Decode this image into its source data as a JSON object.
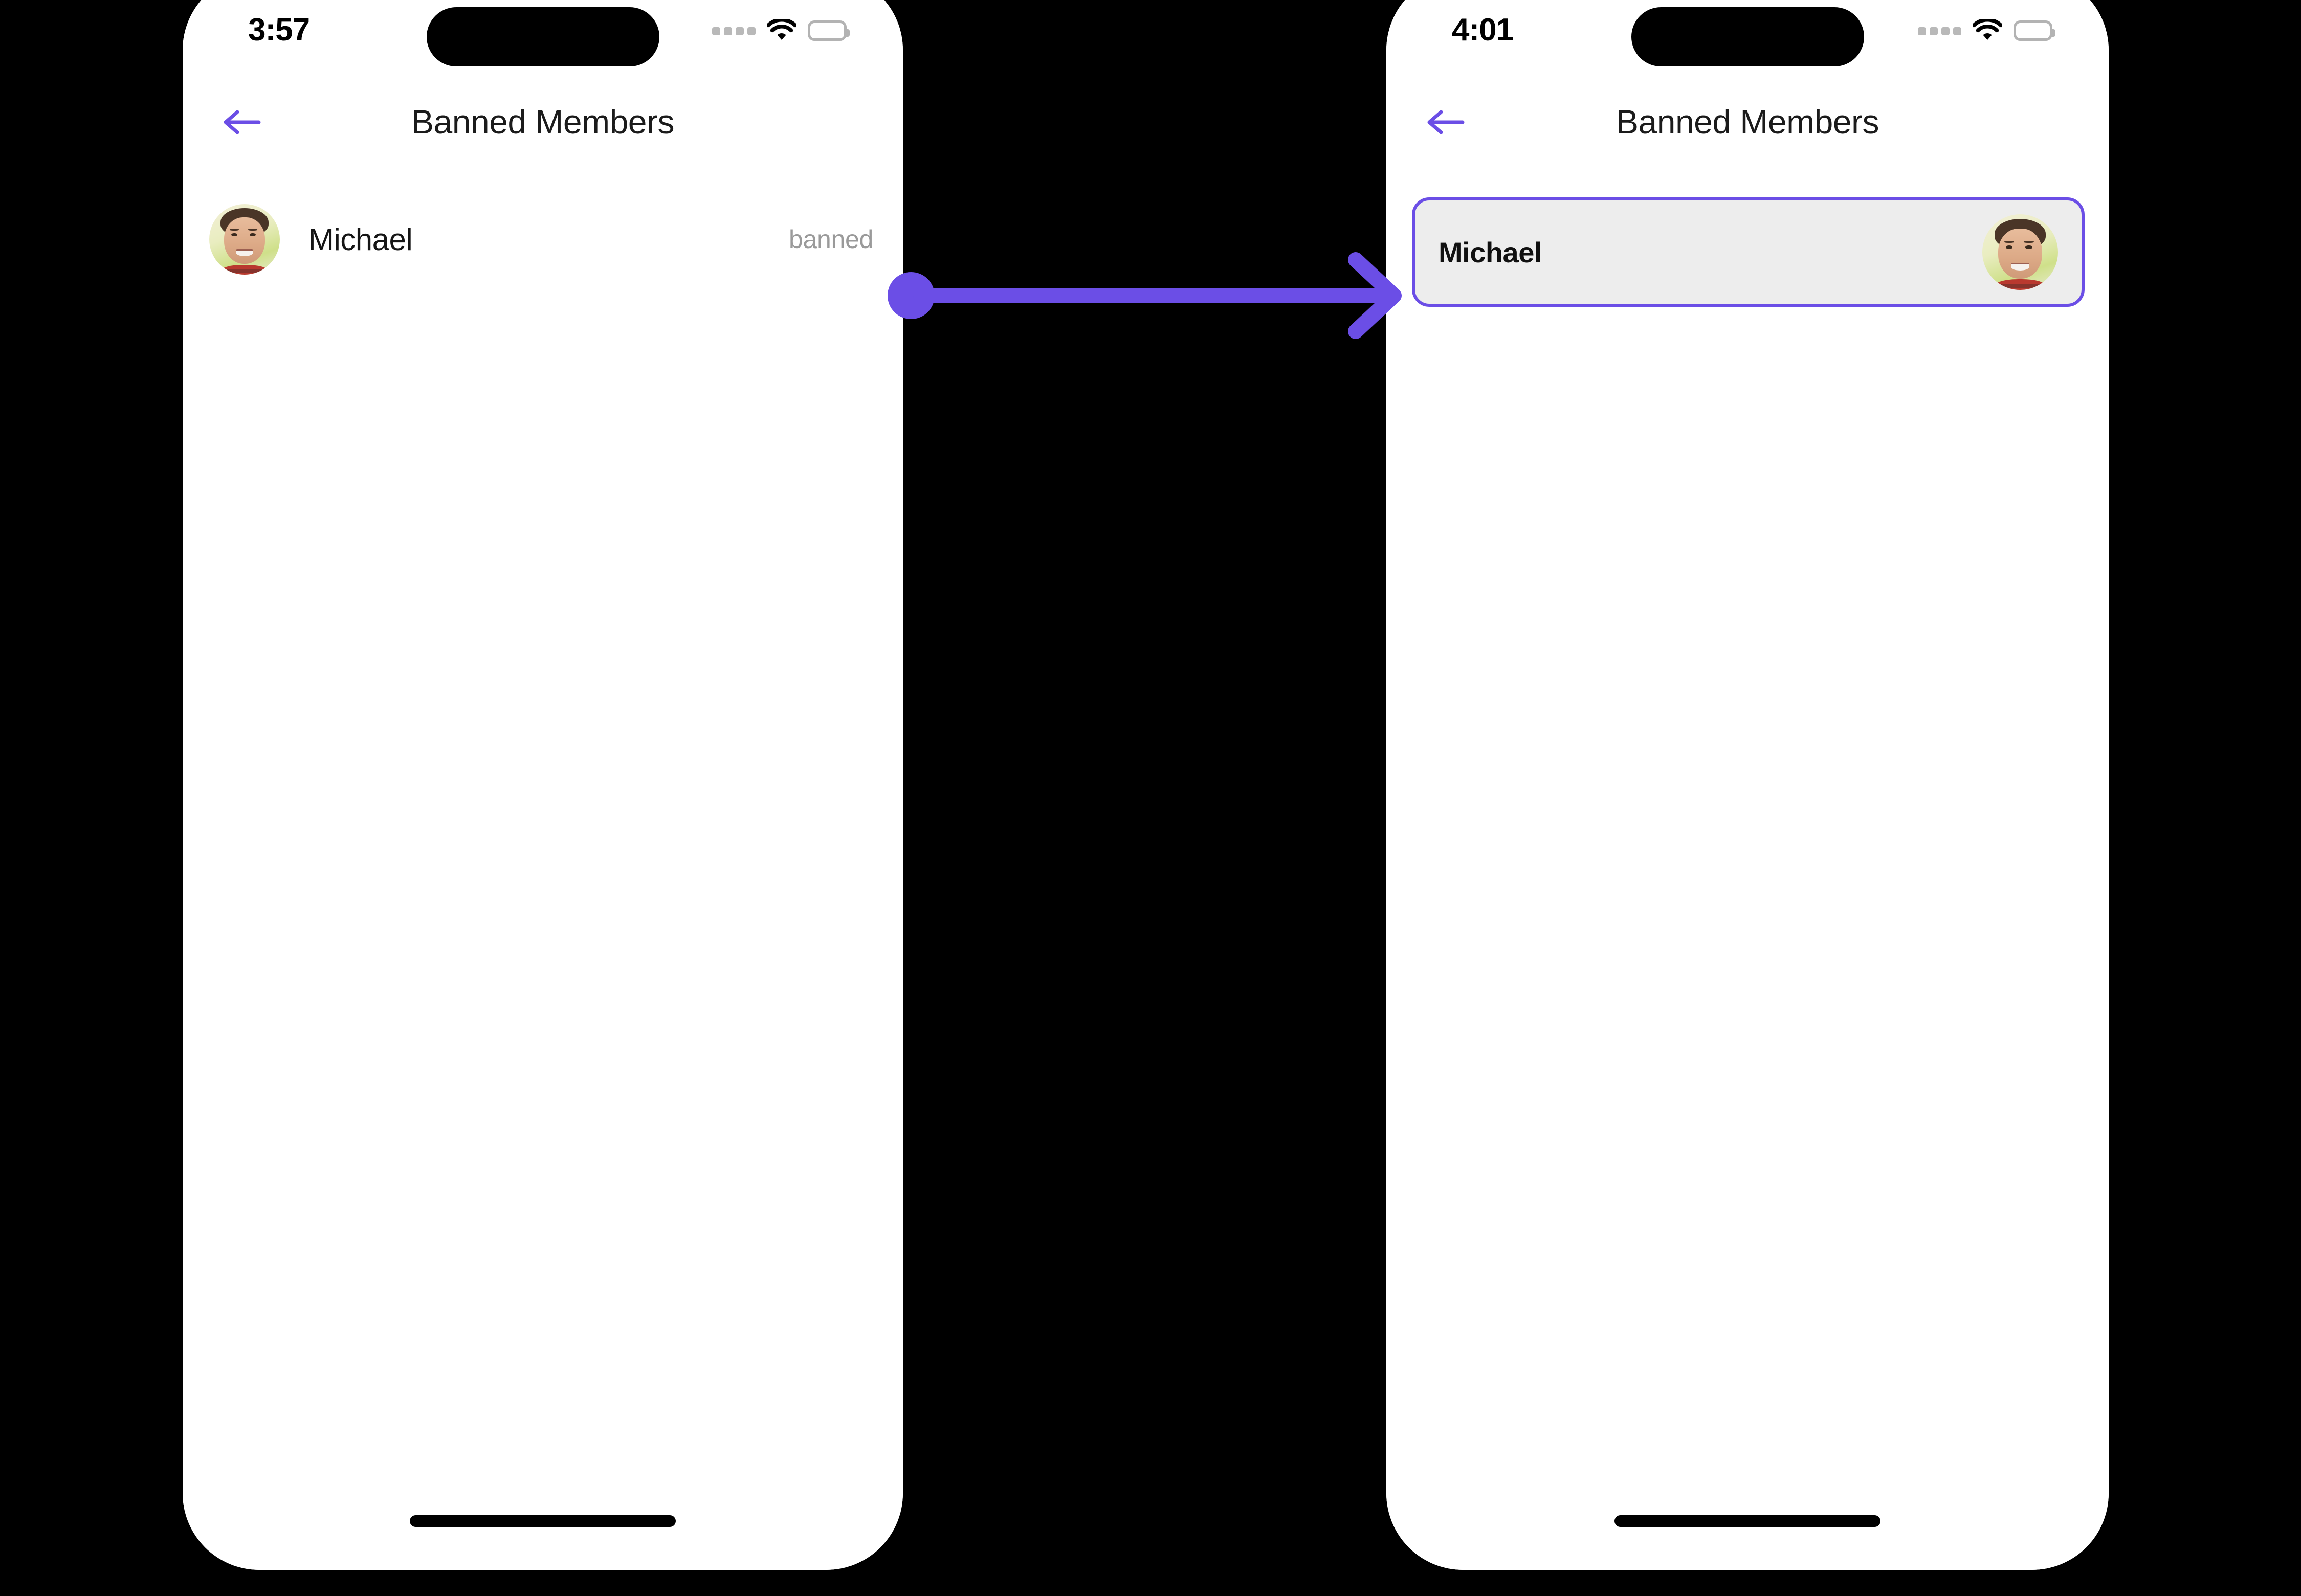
{
  "background_color": "#000000",
  "accent_color": "#6B4EE6",
  "screens": [
    {
      "id": "before",
      "status_bar": {
        "time": "3:57",
        "signal_icon": "cellular-signal-icon",
        "wifi_icon": "wifi-icon",
        "battery_icon": "battery-icon"
      },
      "nav": {
        "back_icon": "back-arrow-icon",
        "title": "Banned Members"
      },
      "list": [
        {
          "avatar": "user-avatar-michael",
          "name": "Michael",
          "status": "banned"
        }
      ]
    },
    {
      "id": "after",
      "status_bar": {
        "time": "4:01",
        "signal_icon": "cellular-signal-icon",
        "wifi_icon": "wifi-icon",
        "battery_icon": "battery-icon"
      },
      "nav": {
        "back_icon": "back-arrow-icon",
        "title": "Banned Members"
      },
      "card": {
        "name": "Michael",
        "avatar": "user-avatar-michael",
        "highlighted": true,
        "fill_color": "#EDEDED",
        "border_color": "#6B4EE6"
      }
    }
  ],
  "annotation": {
    "type": "transition-arrow",
    "color": "#6B4EE6",
    "from": "banned-member-row",
    "to": "banned-member-card"
  }
}
